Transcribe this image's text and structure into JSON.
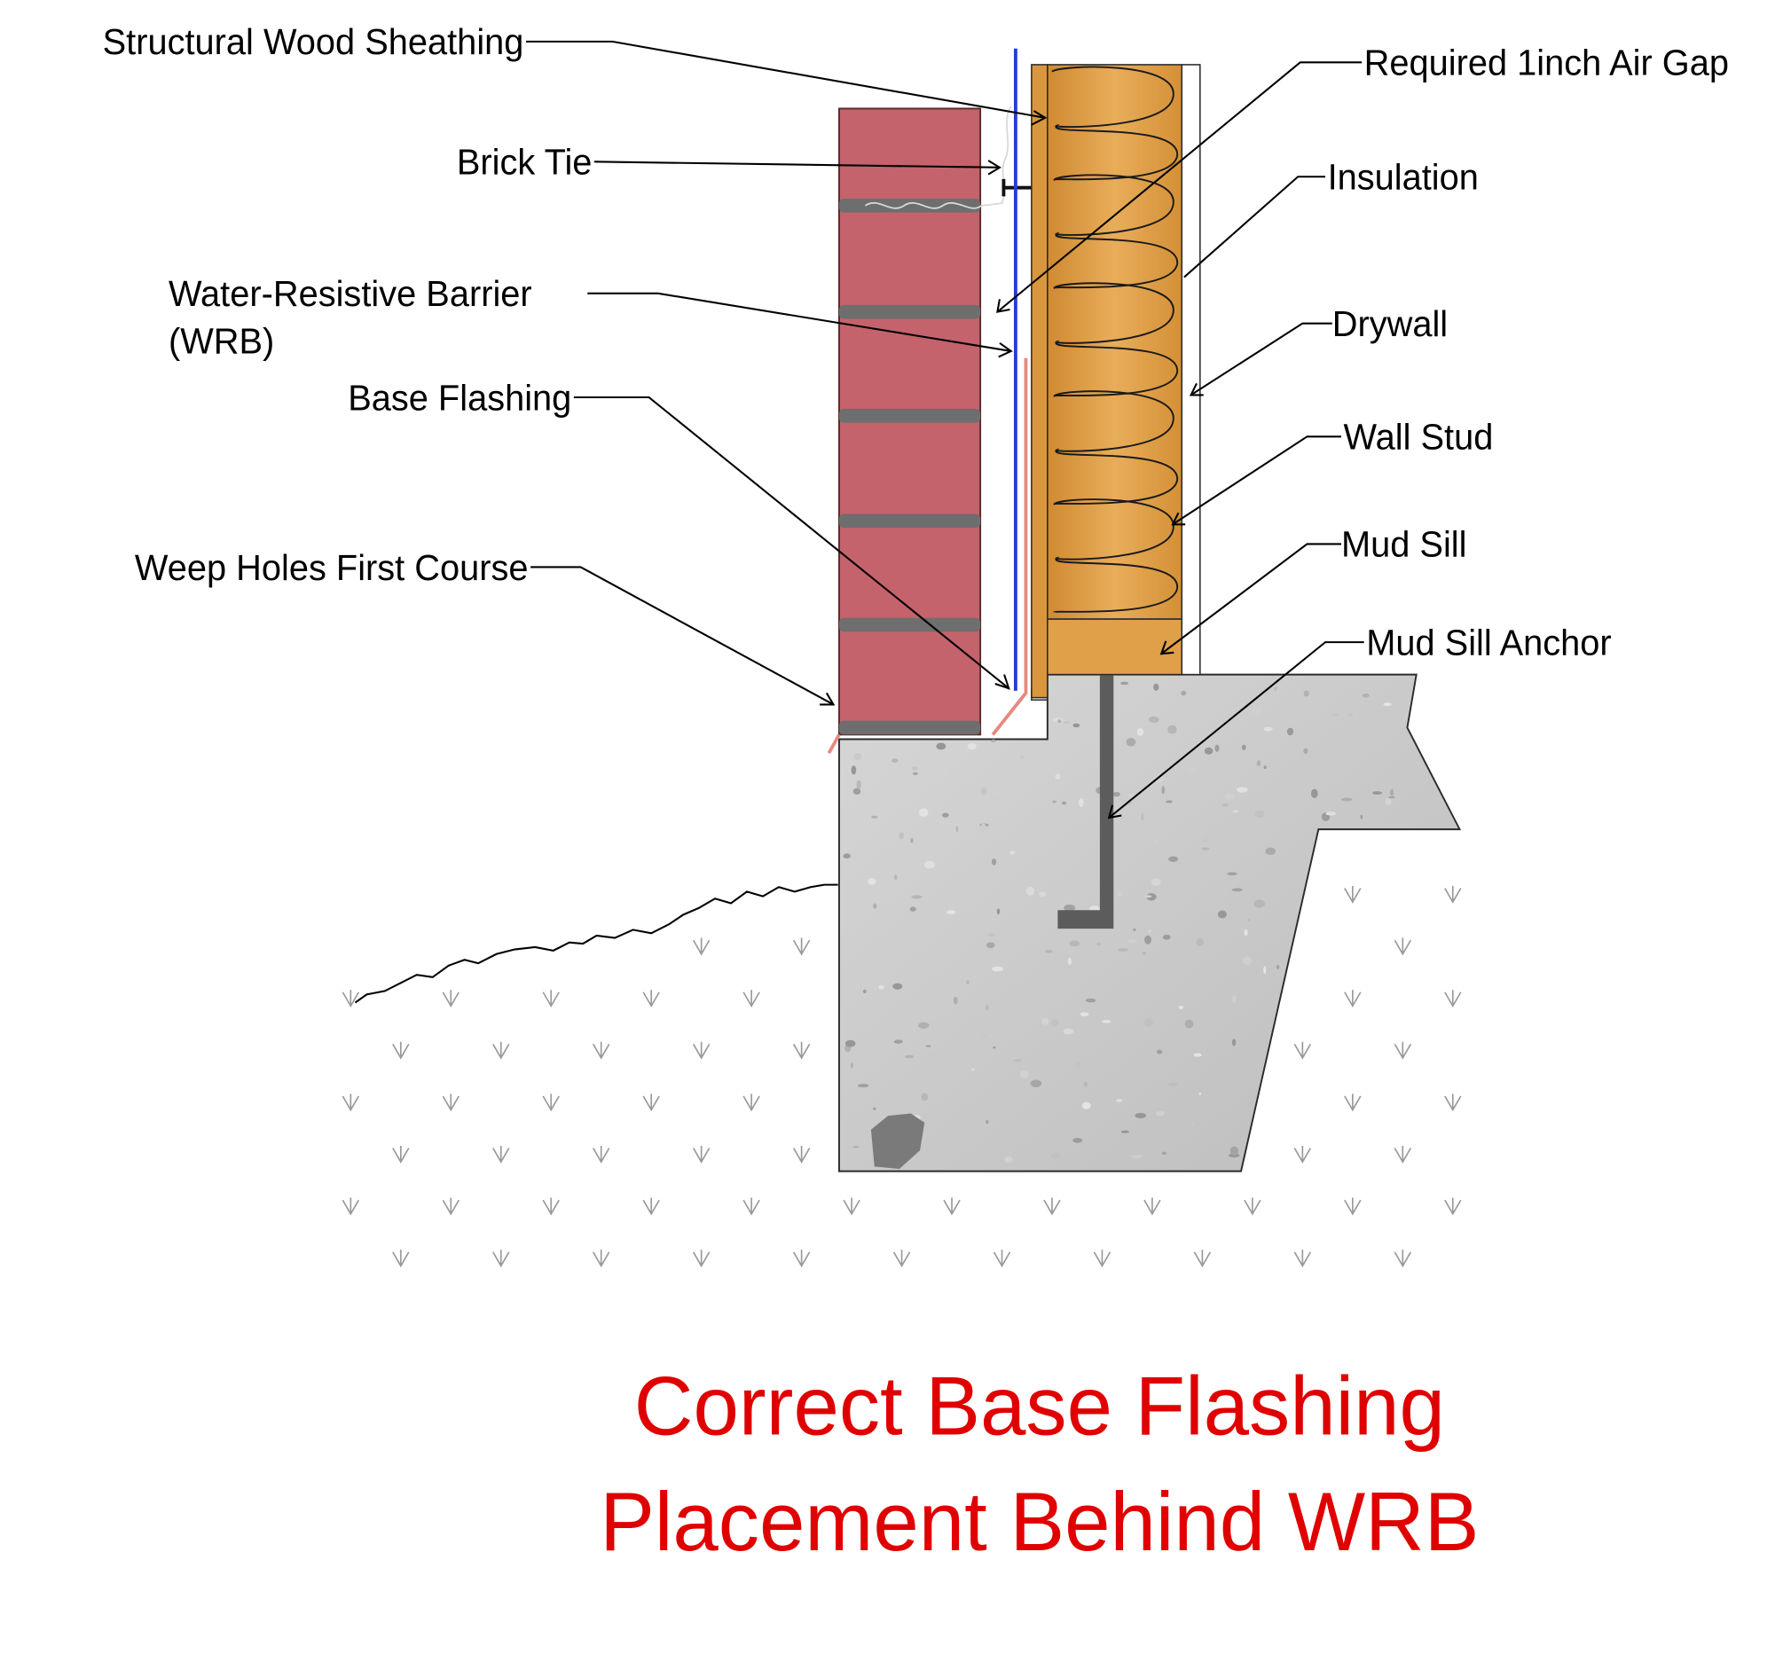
{
  "labels": {
    "sheathing": "Structural Wood Sheathing",
    "brick_tie": "Brick Tie",
    "wrb_line1": "Water-Resistive Barrier",
    "wrb_line2": "(WRB)",
    "base_flashing": "Base Flashing",
    "weep_holes": "Weep Holes First Course",
    "air_gap": "Required 1inch Air Gap",
    "insulation": "Insulation",
    "drywall": "Drywall",
    "wall_stud": "Wall Stud",
    "mud_sill": "Mud Sill",
    "mud_sill_anchor": "Mud Sill Anchor"
  },
  "title": {
    "line1": "Correct Base Flashing",
    "line2": "Placement Behind WRB"
  },
  "colors": {
    "brick": "#c4636c",
    "mortar": "#6e6e6e",
    "wrb": "#1f3fd8",
    "flashing": "#e58a80",
    "wood": "#e0a04a",
    "concrete": "#cfcfcf",
    "anchor": "#5c5c5c",
    "title": "#e00000"
  }
}
